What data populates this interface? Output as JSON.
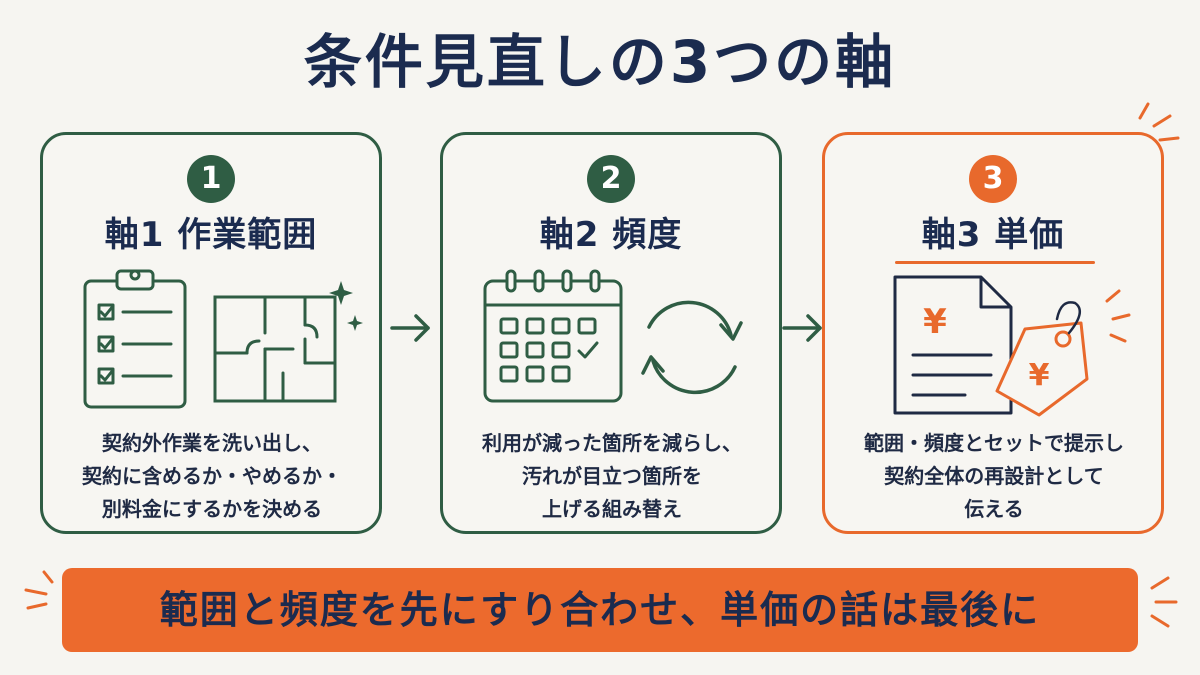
{
  "title": "条件見直しの3つの軸",
  "cards": [
    {
      "num": "1",
      "heading": "軸1 作業範囲",
      "lines": [
        "契約外作業を洗い出し、",
        "契約に含めるか・やめるか・",
        "別料金にするかを決める"
      ],
      "icons": [
        "checklist-clipboard-icon",
        "floor-plan-icon",
        "sparkle-icon"
      ]
    },
    {
      "num": "2",
      "heading": "軸2 頻度",
      "lines": [
        "利用が減った箇所を減らし、",
        "汚れが目立つ箇所を",
        "上げる組み替え"
      ],
      "icons": [
        "calendar-icon",
        "cycle-arrows-icon"
      ]
    },
    {
      "num": "3",
      "heading": "軸3 単価",
      "lines": [
        "範囲・頻度とセットで提示し",
        "契約全体の再設計として",
        "伝える"
      ],
      "icons": [
        "yen-document-icon",
        "yen-price-tag-icon"
      ],
      "doc_symbol": "¥",
      "tag_symbol": "¥"
    }
  ],
  "banner": "範囲と頻度を先にすり合わせ、単価の話は最後に",
  "colors": {
    "green": "#2f5d44",
    "orange": "#e8692c",
    "navy": "#1b2b4f",
    "background": "#f6f5f1",
    "banner": "#ec6a2d"
  }
}
